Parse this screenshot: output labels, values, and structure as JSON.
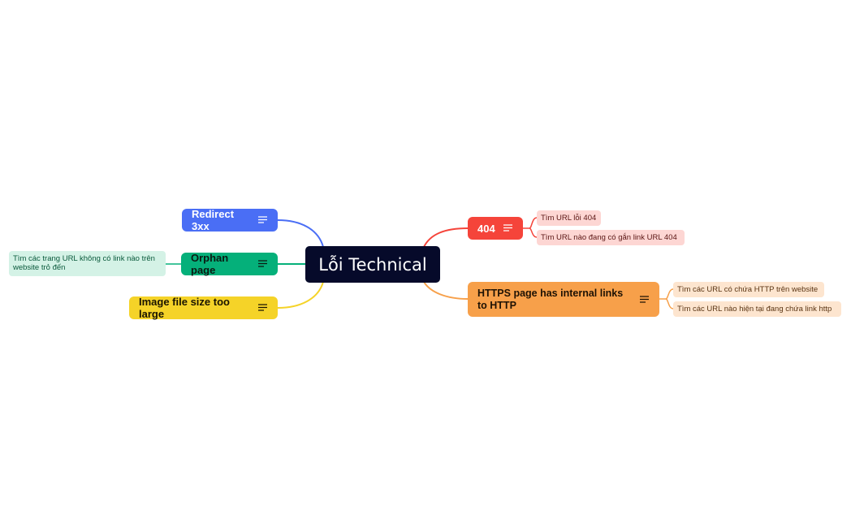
{
  "mindmap": {
    "central": {
      "label": "Lỗi Technical"
    },
    "branches": {
      "redirect": {
        "label": "Redirect 3xx",
        "color": "#4a6ef5",
        "has_note": true
      },
      "orphan": {
        "label": "Orphan page",
        "color": "#05b07a",
        "has_note": true,
        "children": [
          "Tìm các trang URL không có link nào trên website trỏ đến"
        ]
      },
      "image": {
        "label": "Image file size too large",
        "color": "#f5d328",
        "has_note": true
      },
      "e404": {
        "label": "404",
        "color": "#f5443a",
        "has_note": true,
        "children": [
          "Tìm URL lỗi 404",
          "Tìm URL nào đang có gắn link URL 404"
        ]
      },
      "https": {
        "label": "HTTPS page has internal links to HTTP",
        "color": "#f7a04a",
        "has_note": true,
        "children": [
          "Tìm các URL có chứa HTTP trên website",
          "Tìm các URL nào hiện tại đang chứa link http"
        ]
      }
    }
  }
}
